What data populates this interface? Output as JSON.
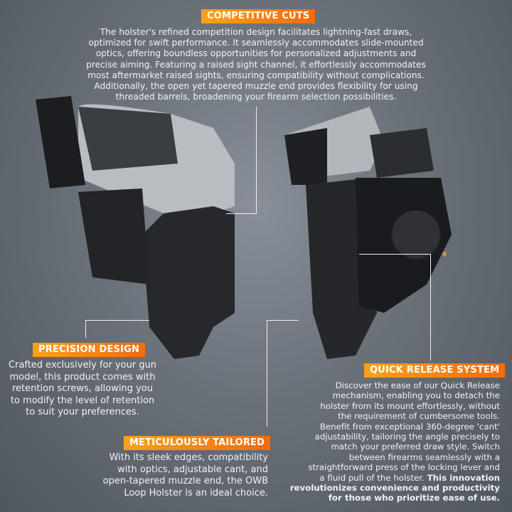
{
  "colors": {
    "accent": "#f47c14",
    "background": "#656b73"
  },
  "sections": {
    "competitive": {
      "title": "COMPETITIVE CUTS",
      "lines": [
        "The holster's refined competition design facilitates lightning-fast draws,",
        "optimized for swift performance. It seamlessly accommodates slide-mounted",
        "optics, offering boundless opportunities for personalized adjustments and",
        "precise aiming. Featuring a raised sight channel, it effortlessly accommodates",
        "most aftermarket raised sights, ensuring compatibility without complications.",
        "Additionally, the open yet tapered muzzle end provides flexibility for using",
        "threaded barrels, broadening your firearm selection possibilities."
      ]
    },
    "precision": {
      "title": "PRECISION DESIGN",
      "lines": [
        "Crafted exclusively for your gun",
        "model, this product comes with",
        "retention screws, allowing you",
        "to modify the level of retention",
        "to suit your preferences."
      ]
    },
    "tailored": {
      "title": "METICULOUSLY TAILORED",
      "lines": [
        "With its sleek edges, compatibility",
        "with optics, adjustable cant, and",
        "open-tapered muzzle end, the OWB",
        "Loop Holster is an ideal choice."
      ]
    },
    "quick": {
      "title": "QUICK RELEASE SYSTEM",
      "lines": [
        "Discover the ease of our Quick Release",
        "mechanism, enabling you to detach the",
        "holster from its mount effortlessly, without",
        "the requirement of cumbersome tools.",
        "Benefit from exceptional 360-degree 'cant'",
        "adjustability, tailoring the angle precisely to",
        "match your preferred draw style. Switch",
        "between firearms seamlessly with a",
        "straightforward press of the locking lever and"
      ],
      "last_plain": "a fluid pull of the holster. ",
      "bold_lines": [
        "This innovation",
        "revolutionizes convenience and productivity",
        "for those who prioritize ease of use."
      ]
    }
  }
}
